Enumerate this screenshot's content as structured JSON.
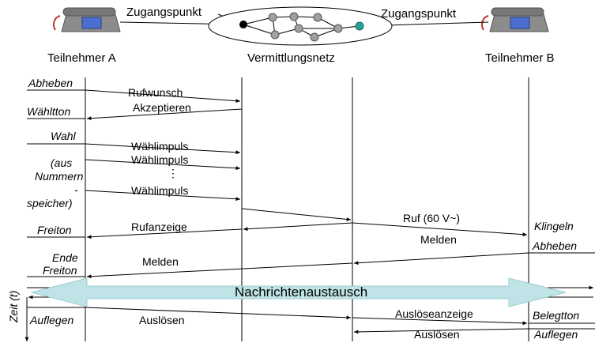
{
  "network": {
    "access_point_left": "Zugangspunkt",
    "access_point_right": "Zugangspunkt",
    "subscriber_a": "Teilnehmer A",
    "switching_network": "Vermittlungsnetz",
    "subscriber_b": "Teilnehmer B"
  },
  "events_a": {
    "abheben": "Abheben",
    "waehlton": "Wähltton",
    "wahl": "Wahl",
    "aus": "(aus",
    "nummern": "Nummern",
    "dash": "-",
    "speicher": "speicher)",
    "freiton": "Freiton",
    "ende": "Ende",
    "ende_freiton": "Freiton",
    "auflegen": "Auflegen"
  },
  "events_b": {
    "klingeln": "Klingeln",
    "abheben": "Abheben",
    "belegtton": "Belegtton",
    "auflegen": "Auflegen"
  },
  "messages": {
    "rufwunsch": "Rufwunsch",
    "akzeptieren": "Akzeptieren",
    "waehlimpuls_1": "Wählimpuls",
    "waehlimpuls_2": "Wählimpuls",
    "ellipsis": "⋮",
    "waehlimpuls_3": "Wählimpuls",
    "ruf": "Ruf (60 V~)",
    "rufanzeige": "Rufanzeige",
    "melden_b": "Melden",
    "melden_a": "Melden",
    "nachrichtenaustausch": "Nachrichtenaustausch",
    "ausloesen_a": "Auslösen",
    "ausloeseanzeige": "Auslöseanzeige",
    "ausloesen_b": "Auslösen"
  },
  "axis": {
    "time": "Zeit (t)"
  },
  "colors": {
    "phone_body": "#8c8c8c",
    "phone_dial": "#4a6fd0",
    "cord": "#c0392b",
    "exchange_band": "#bfe3e6",
    "node_grey": "#a0a0a0",
    "node_start": "#000000",
    "node_end": "#2aa198"
  }
}
